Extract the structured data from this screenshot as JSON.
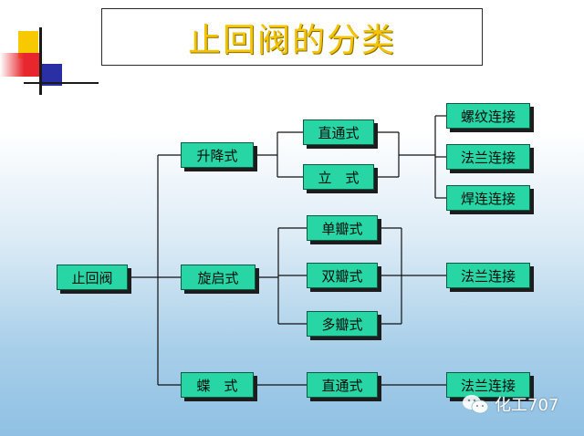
{
  "title": "止回阀的分类",
  "nodes": {
    "root": "止回阀",
    "lift": "升降式",
    "swing": "旋启式",
    "butterfly": "蝶　式",
    "straight_through_1": "直通式",
    "vertical": "立　式",
    "single_disc": "单瓣式",
    "double_disc": "双瓣式",
    "multi_disc": "多瓣式",
    "straight_through_2": "直通式",
    "threaded": "螺纹连接",
    "flanged_1": "法兰连接",
    "welded": "焊连连接",
    "flanged_2": "法兰连接",
    "flanged_3": "法兰连接"
  },
  "watermark": "化工707",
  "colors": {
    "node_fill": "#27d6a4",
    "title_text": "#f5c400",
    "deco_red": "#e8262d",
    "deco_yellow": "#f6c900",
    "deco_blue": "#2b2fa6"
  }
}
